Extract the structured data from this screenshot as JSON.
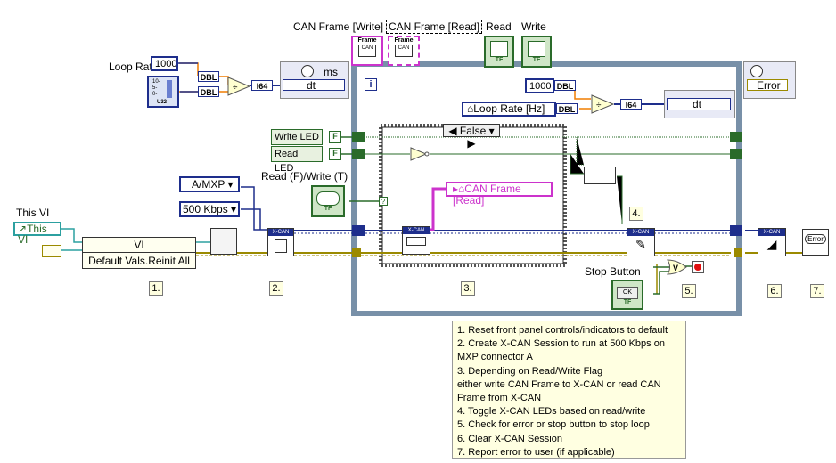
{
  "labels": {
    "can_frame_write": "CAN Frame [Write]",
    "can_frame_read": "CAN Frame [Read]",
    "read": "Read",
    "write": "Write",
    "loop_rate": "Loop Rat",
    "read_write_flag": "Read (F)/Write (T)",
    "this_vi_label": "This VI",
    "stop_button": "Stop Button"
  },
  "constants": {
    "loop_rate_value": "1000",
    "inner_rate_value": "1000",
    "dbl_1": "DBL",
    "dbl_2": "DBL",
    "dbl_3": "DBL",
    "dbl_4": "DBL",
    "i64_1": "I64",
    "i64_2": "I64",
    "ms": "ms",
    "dt_1": "dt",
    "dt_2": "dt",
    "error": "Error",
    "connector": "A/MXP",
    "baud": "500 Kbps",
    "this_vi_ref": "This VI",
    "loop_rate_hz": "Loop Rate [Hz]",
    "vi_node_title": "VI",
    "vi_node_method": "Default Vals.Reinit All",
    "case_selector": "False",
    "can_frame_read_ind": "CAN Frame [Read]",
    "ok": "OK",
    "tf": "TF",
    "frame": "Frame",
    "can": "CAN",
    "xcan": "X-CAN",
    "u32": "U32",
    "bool_f": "F",
    "question": "?",
    "error_icon": "Error"
  },
  "indicators": {
    "write_led": "Write LED",
    "read_led": "Read LED"
  },
  "steps": [
    "1.",
    "2.",
    "3.",
    "4.",
    "5.",
    "6.",
    "7."
  ],
  "comment_lines": [
    "1. Reset front panel controls/indicators to default",
    "2. Create X-CAN Session to run at 500 Kbps on MXP connector A",
    "3. Depending on Read/Write Flag",
    "either write CAN Frame to X-CAN or read CAN Frame from X-CAN",
    "4. Toggle X-CAN LEDs based on read/write",
    "5. Check for error or stop button to stop loop",
    "6. Clear X-CAN Session",
    "7. Report error to user (if applicable)"
  ],
  "colors": {
    "dbl_wire": "#f07d00",
    "int_wire": "#1e2e8c",
    "bool_wire": "#2a6b2a",
    "cluster_wire": "#cc33cc",
    "refnum_wire": "#2ca0a0",
    "error_wire": "#9b8a00",
    "loop_border": "#7890a8"
  }
}
